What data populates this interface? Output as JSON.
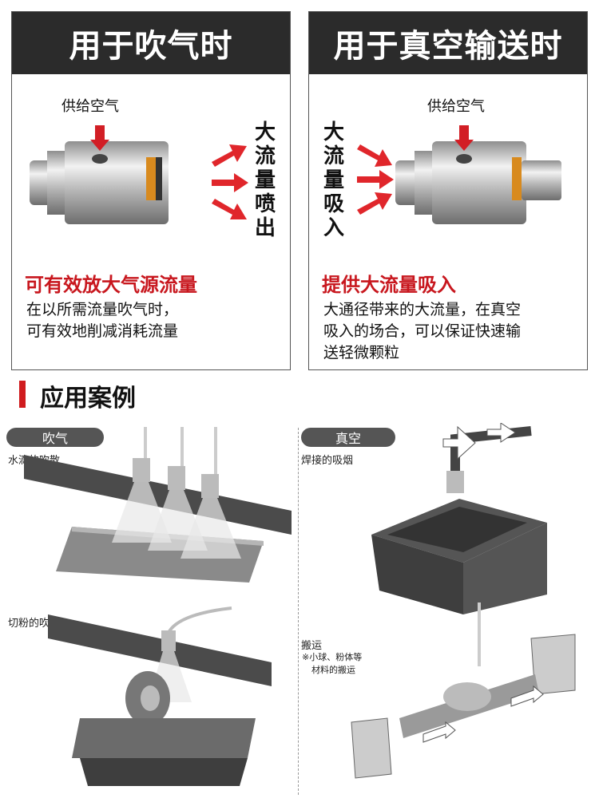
{
  "left_panel": {
    "title": "用于吹气时",
    "supply_label": "供给空气",
    "side_text": [
      "大",
      "流",
      "量",
      "喷",
      "出"
    ],
    "highlight": "可有效放大气源流量",
    "description": [
      "在以所需流量吹气时，",
      "可有效地削减消耗流量"
    ]
  },
  "right_panel": {
    "title": "用于真空输送时",
    "supply_label": "供给空气",
    "side_text": [
      "大",
      "流",
      "量",
      "吸",
      "入"
    ],
    "highlight": "提供大流量吸入",
    "description": [
      "大通径带来的大流量，在真空",
      "吸入的场合，可以保证快速输",
      "送轻微颗粒"
    ]
  },
  "section": {
    "title": "应用案例"
  },
  "cases": {
    "blow_tag": "吹气",
    "vacuum_tag": "真空",
    "blow_items": [
      "水滴的吹散",
      "切粉的吹飞"
    ],
    "vacuum_items": [
      "焊接的吸烟",
      "搬运"
    ],
    "transport_note": [
      "※小球、粉体等",
      "材料的搬运"
    ]
  },
  "colors": {
    "accent_red": "#c8171e",
    "header_dark": "#2b2b2b",
    "pill_gray": "#555555"
  },
  "icons": [
    "arrow-right-icon",
    "arrow-down-icon"
  ]
}
